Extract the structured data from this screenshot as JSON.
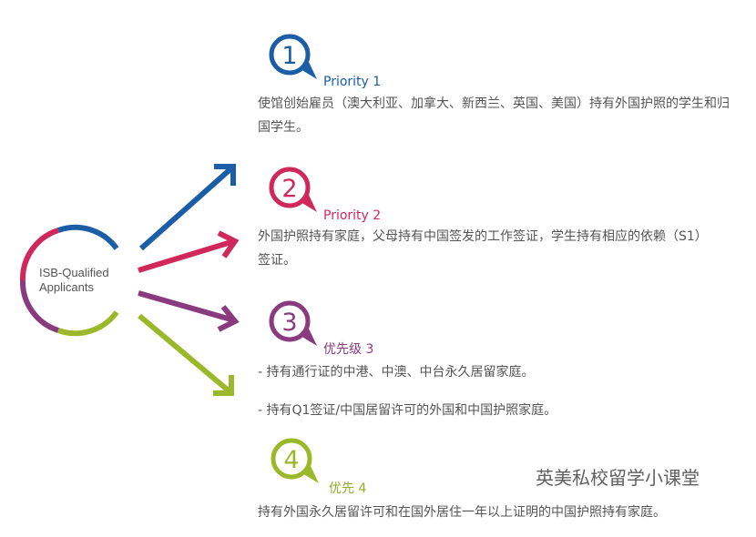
{
  "center_label": {
    "line1": "ISB-Qualified",
    "line2": "Applicants"
  },
  "colors": {
    "p1": "#1a5ea8",
    "p2": "#d0285a",
    "p3": "#8a3a7e",
    "p4": "#9bb82a"
  },
  "priorities": [
    {
      "number": "1",
      "label": "Priority 1",
      "text": "使馆创始雇员（澳大利亚、加拿大、新西兰、英国、美国）持有外国护照的学生和归国学生。"
    },
    {
      "number": "2",
      "label": "Priority 2",
      "text": "外国护照持有家庭，父母持有中国签发的工作签证，学生持有相应的依赖（S1）签证。"
    },
    {
      "number": "3",
      "label": "优先级 3",
      "text": "- 持有通行证的中港、中澳、中台永久居留家庭。",
      "text2": "- 持有Q1签证/中国居留许可的外国和中国护照家庭。"
    },
    {
      "number": "4",
      "label": "优先 4",
      "text": "持有外国永久居留许可和在国外居住一年以上证明的中国护照持有家庭。"
    }
  ],
  "watermark": "英美私校留学小课堂"
}
